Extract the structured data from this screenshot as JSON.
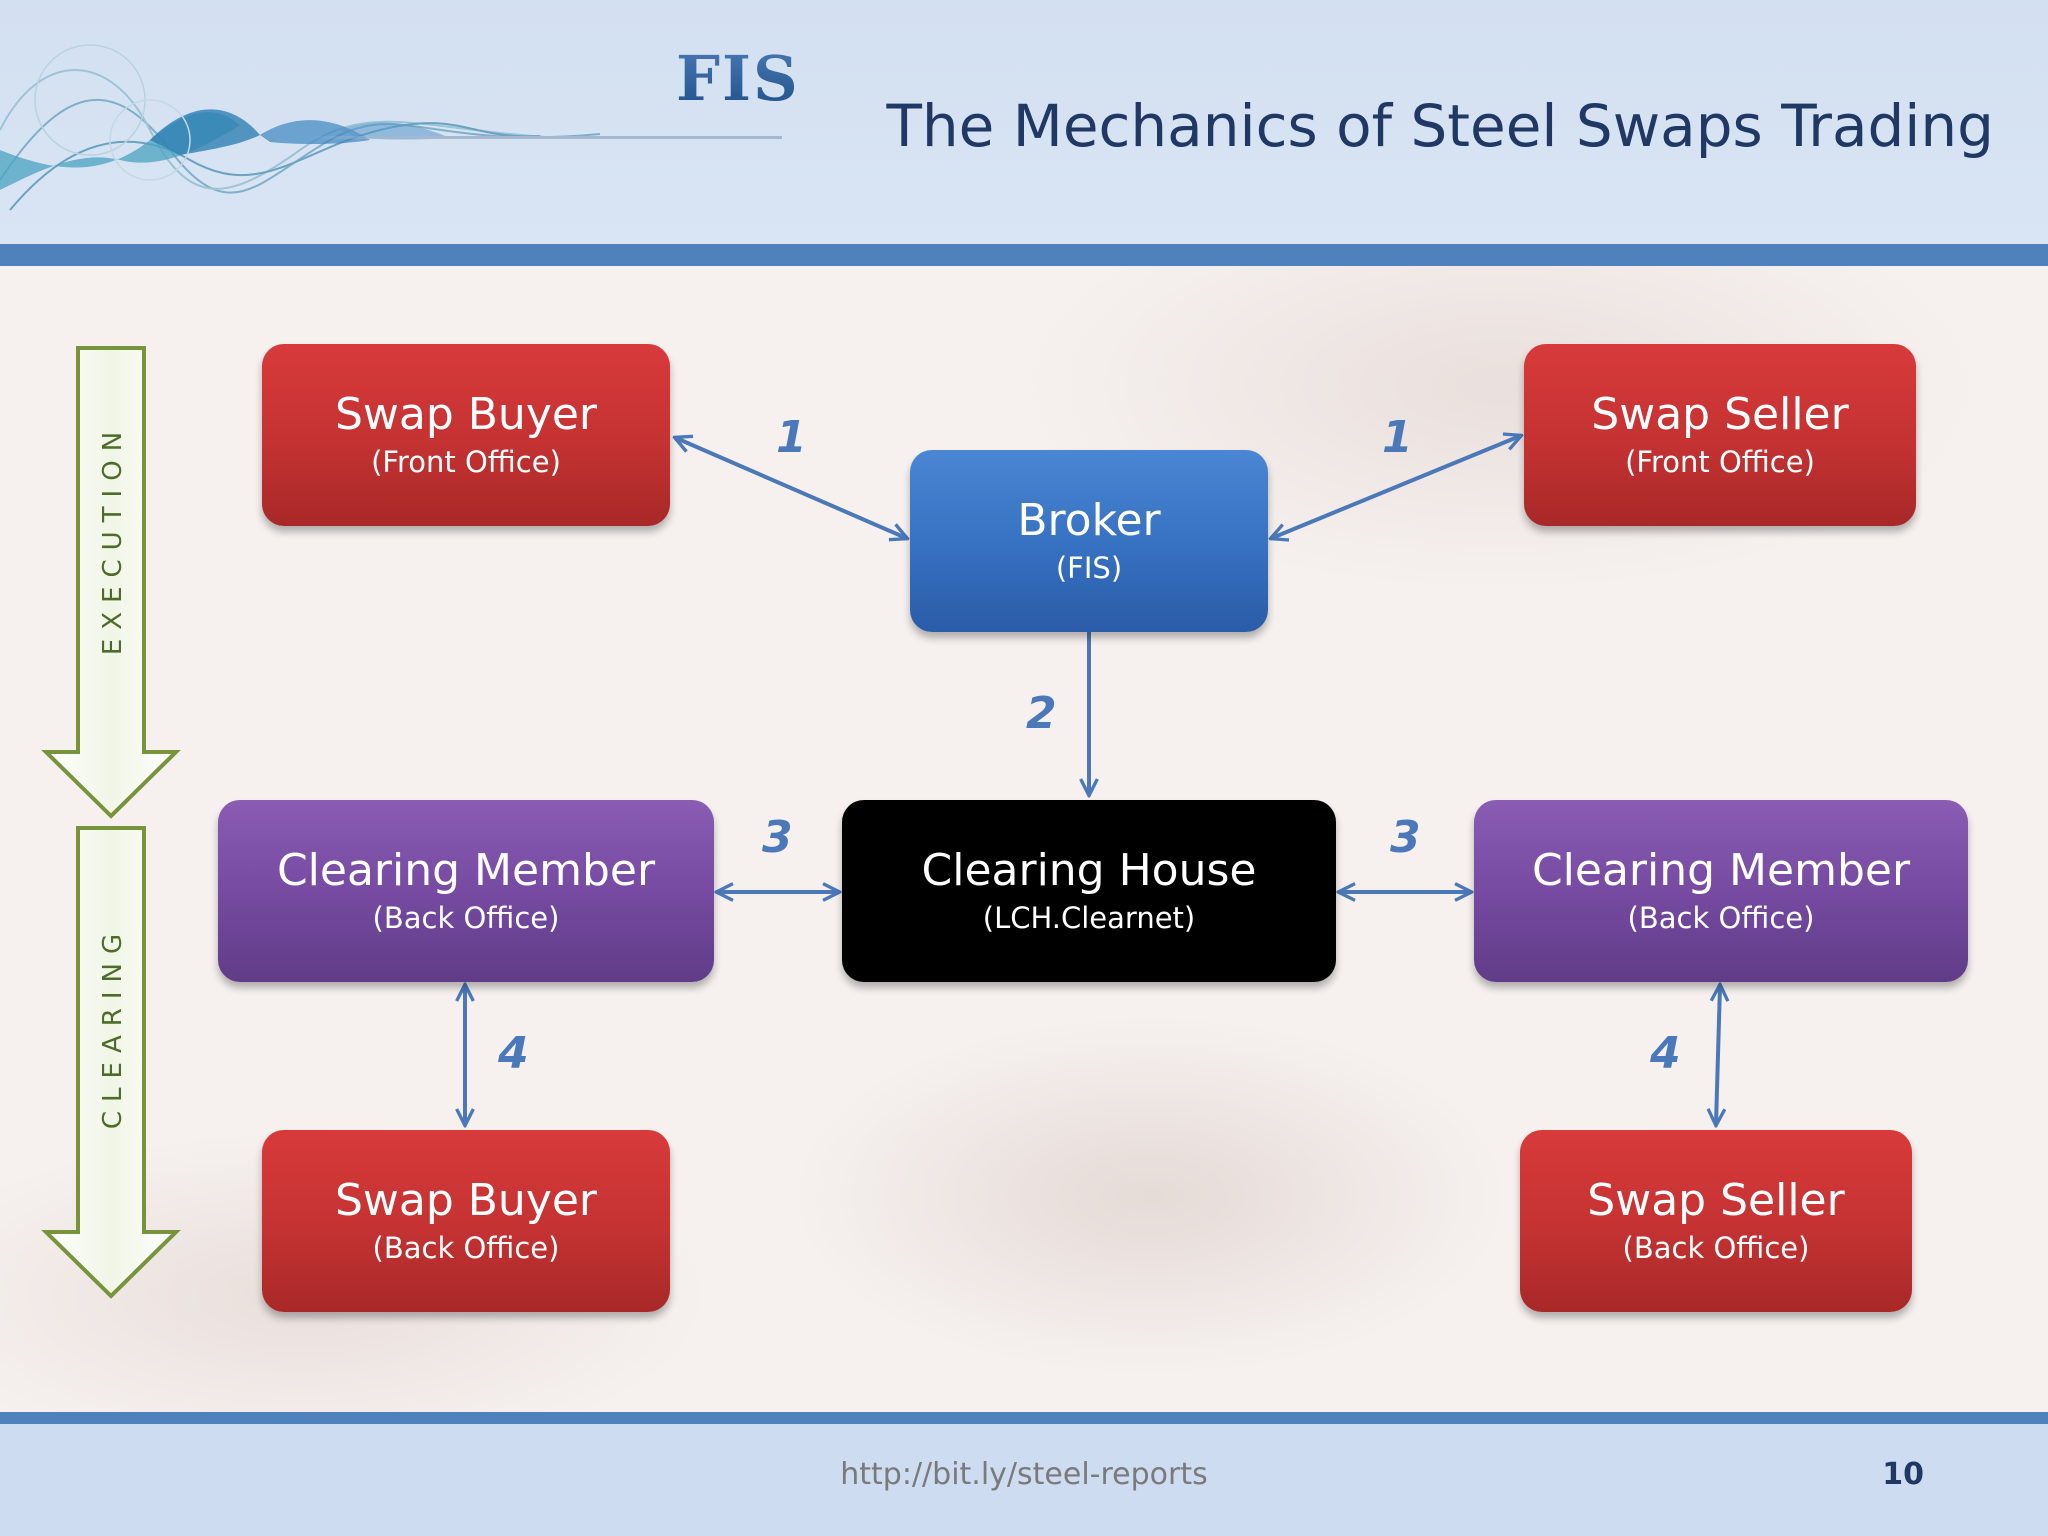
{
  "header": {
    "logo_text": "FIS",
    "title": "The Mechanics of Steel Swaps Trading"
  },
  "phases": {
    "execution": "EXECUTION",
    "clearing": "CLEARING"
  },
  "nodes": {
    "buyer_front": {
      "title": "Swap Buyer",
      "subtitle": "(Front Office)"
    },
    "seller_front": {
      "title": "Swap Seller",
      "subtitle": "(Front Office)"
    },
    "broker": {
      "title": "Broker",
      "subtitle": "(FIS)"
    },
    "clearing_member_left": {
      "title": "Clearing Member",
      "subtitle": "(Back Office)"
    },
    "clearing_house": {
      "title": "Clearing House",
      "subtitle": "(LCH.Clearnet)"
    },
    "clearing_member_right": {
      "title": "Clearing Member",
      "subtitle": "(Back Office)"
    },
    "buyer_back": {
      "title": "Swap Buyer",
      "subtitle": "(Back Office)"
    },
    "seller_back": {
      "title": "Swap Seller",
      "subtitle": "(Back Office)"
    }
  },
  "steps": {
    "s1_left": "1",
    "s1_right": "1",
    "s2": "2",
    "s3_left": "3",
    "s3_right": "3",
    "s4_left": "4",
    "s4_right": "4"
  },
  "colors": {
    "swap_party": "#c43232",
    "broker": "#3670c0",
    "clearing_member": "#74499f",
    "clearing_house": "#000000",
    "connector": "#4a78b8",
    "phase_arrow": "#77933c",
    "accent_rule": "#4f81bd"
  },
  "footer": {
    "url": "http://bit.ly/steel-reports",
    "page_number": "10"
  }
}
